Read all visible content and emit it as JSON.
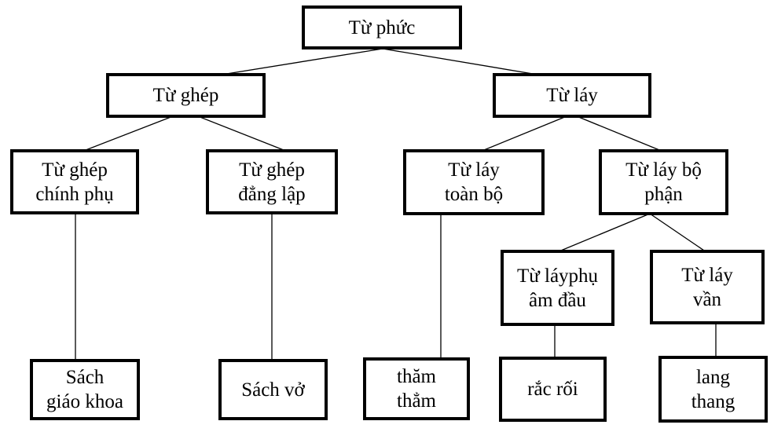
{
  "diagram": {
    "type": "tree",
    "description": "Classification tree of Vietnamese compound words (Từ phức)",
    "colors": {
      "background": "#ffffff",
      "box_border": "#000000",
      "line": "#000000",
      "text": "#000000"
    },
    "nodes": {
      "tu_phuc": {
        "label": "Từ phức"
      },
      "tu_ghep": {
        "label": "Từ ghép"
      },
      "tu_lay": {
        "label": "Từ láy"
      },
      "tu_ghep_chinh_phu": {
        "label": "Từ ghép\nchính phụ"
      },
      "tu_ghep_dang_lap": {
        "label": "Từ ghép\nđẳng lập"
      },
      "tu_lay_toan_bo": {
        "label": "Từ láy\ntoàn bộ"
      },
      "tu_lay_bo_phan": {
        "label": "Từ láy bộ\nphận"
      },
      "tu_lay_phu_am_dau": {
        "label": "Từ láyphụ\nâm đầu"
      },
      "tu_lay_van": {
        "label": "Từ láy\nvần"
      },
      "sach_giao_khoa": {
        "label": "Sách\ngiáo khoa"
      },
      "sach_vo": {
        "label": "Sách vở"
      },
      "tham_tham": {
        "label": "thăm\nthẳm"
      },
      "rac_roi": {
        "label": "rắc rối"
      },
      "lang_thang": {
        "label": "lang\nthang"
      }
    },
    "edges": [
      [
        "tu_phuc",
        "tu_ghep"
      ],
      [
        "tu_phuc",
        "tu_lay"
      ],
      [
        "tu_ghep",
        "tu_ghep_chinh_phu"
      ],
      [
        "tu_ghep",
        "tu_ghep_dang_lap"
      ],
      [
        "tu_lay",
        "tu_lay_toan_bo"
      ],
      [
        "tu_lay",
        "tu_lay_bo_phan"
      ],
      [
        "tu_lay_bo_phan",
        "tu_lay_phu_am_dau"
      ],
      [
        "tu_lay_bo_phan",
        "tu_lay_van"
      ],
      [
        "tu_ghep_chinh_phu",
        "sach_giao_khoa"
      ],
      [
        "tu_ghep_dang_lap",
        "sach_vo"
      ],
      [
        "tu_lay_toan_bo",
        "tham_tham"
      ],
      [
        "tu_lay_phu_am_dau",
        "rac_roi"
      ],
      [
        "tu_lay_van",
        "lang_thang"
      ]
    ]
  }
}
